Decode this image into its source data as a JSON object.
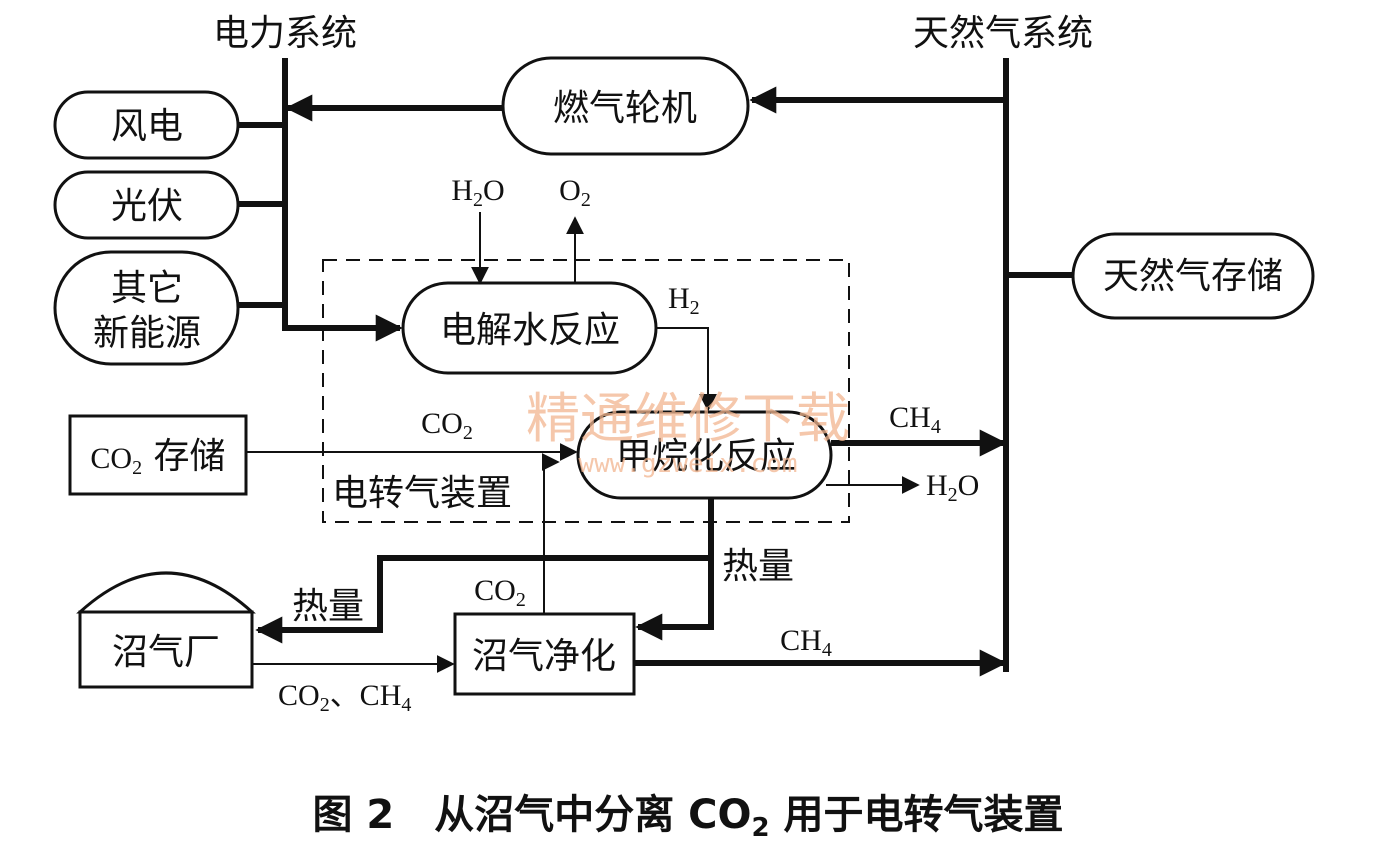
{
  "labels": {
    "power_system": "电力系统",
    "gas_system": "天然气系统",
    "wind": "风电",
    "pv": "光伏",
    "other_line1": "其它",
    "other_line2": "新能源",
    "gas_turbine": "燃气轮机",
    "gas_storage": "天然气存储",
    "electrolysis": "电解水反应",
    "methanation": "甲烷化反应",
    "co2_storage_prefix": "CO",
    "co2_storage_sub": "2",
    "co2_storage_suffix": " 存储",
    "p2g_device": "电转气装置",
    "biogas_plant": "沼气厂",
    "biogas_purify": "沼气净化",
    "heat": "热量"
  },
  "formulas": {
    "h2o_main": "H",
    "h2o_sub": "2",
    "h2o_tail": "O",
    "o2_main": "O",
    "o2_sub": "2",
    "h2_main": "H",
    "h2_sub": "2",
    "co2_main": "CO",
    "co2_sub": "2",
    "ch4_main": "CH",
    "ch4_sub": "4",
    "co2ch4_a": "CO",
    "co2ch4_b": "、CH"
  },
  "watermark": {
    "cn": "精通维修下载",
    "url": "www.gzweix.com"
  },
  "caption": {
    "prefix": "图 2　从沼气中分离 CO",
    "sub": "2",
    "suffix": " 用于电转气装置"
  }
}
